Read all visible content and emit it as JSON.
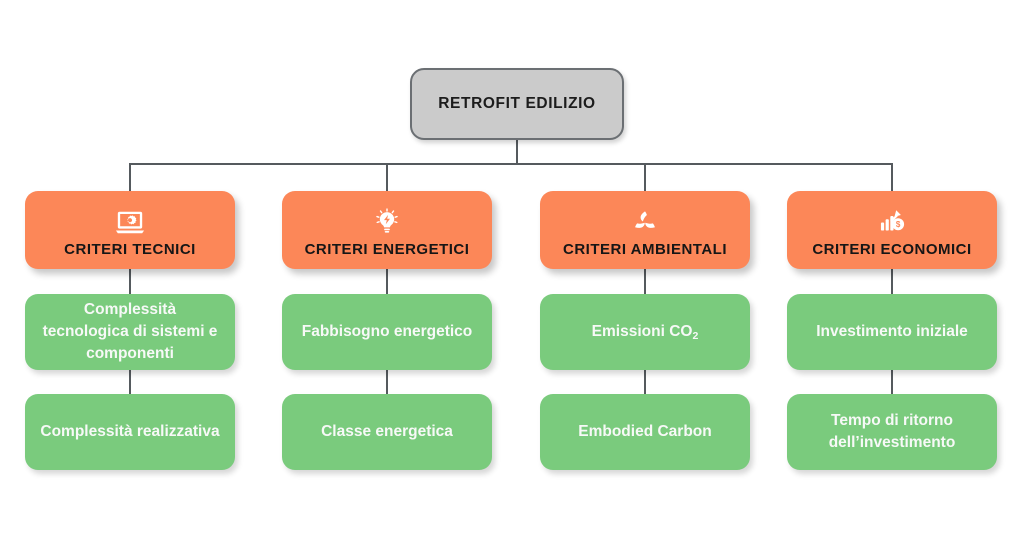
{
  "diagram": {
    "type": "tree-hierarchy",
    "orientation": "top-down",
    "colors": {
      "root_fill": "#cbcbcb",
      "root_border": "#6b6f73",
      "criteria_fill": "#fc8758",
      "leaf_fill": "#7acb7d",
      "connector": "#555a5e",
      "background": "#ffffff"
    },
    "root": {
      "label": "RETROFIT EDILIZIO"
    },
    "branches": [
      {
        "label": "CRITERI TECNICI",
        "icon": "laptop-gear-icon",
        "children": [
          {
            "label": "Complessità tecnologica di sistemi e componenti"
          },
          {
            "label": "Complessità realizzativa"
          }
        ]
      },
      {
        "label": "CRITERI ENERGETICI",
        "icon": "lightbulb-bolt-icon",
        "children": [
          {
            "label": "Fabbisogno energetico"
          },
          {
            "label": "Classe energetica"
          }
        ]
      },
      {
        "label": "CRITERI AMBIENTALI",
        "icon": "recycle-leaves-icon",
        "children": [
          {
            "label": "Emissioni CO",
            "subscript": "2"
          },
          {
            "label": "Embodied Carbon"
          }
        ]
      },
      {
        "label": "CRITERI ECONOMICI",
        "icon": "growth-chart-money-icon",
        "children": [
          {
            "label": "Investimento iniziale"
          },
          {
            "label": "Tempo di ritorno dell’investimento"
          }
        ]
      }
    ]
  }
}
